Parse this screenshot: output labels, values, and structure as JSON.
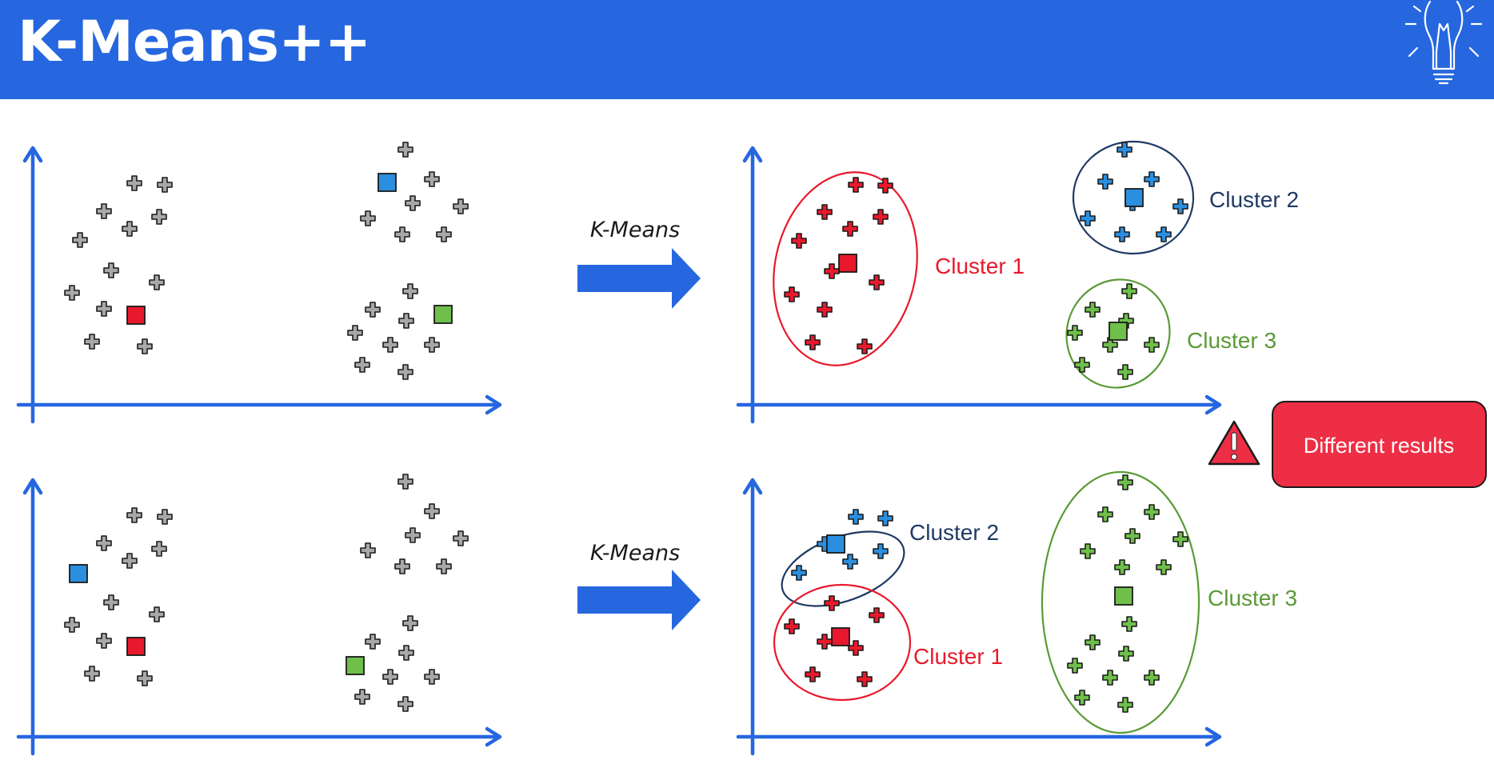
{
  "header": {
    "title": "K-Means++"
  },
  "colors": {
    "header_bg": "#2667e0",
    "axis": "#2667e0",
    "point_gray": "#a8a8a8",
    "red": "#e8192c",
    "blue": "#2a8fe0",
    "green": "#6fbf4a",
    "navy": "#1f3a64",
    "dark_green": "#5a9a35",
    "warning_box": "#ee2e45"
  },
  "icons": {
    "header": "lightbulb-icon",
    "warning": "warning-triangle-icon",
    "arrow": "right-arrow-icon"
  },
  "arrows": [
    {
      "label": "K-Means"
    },
    {
      "label": "K-Means"
    }
  ],
  "results": {
    "top": {
      "cluster_1": "Cluster 1",
      "cluster_2": "Cluster 2",
      "cluster_3": "Cluster 3"
    },
    "bottom": {
      "cluster_1": "Cluster 1",
      "cluster_2": "Cluster 2",
      "cluster_3": "Cluster 3"
    }
  },
  "callout": {
    "text": "Different results"
  }
}
